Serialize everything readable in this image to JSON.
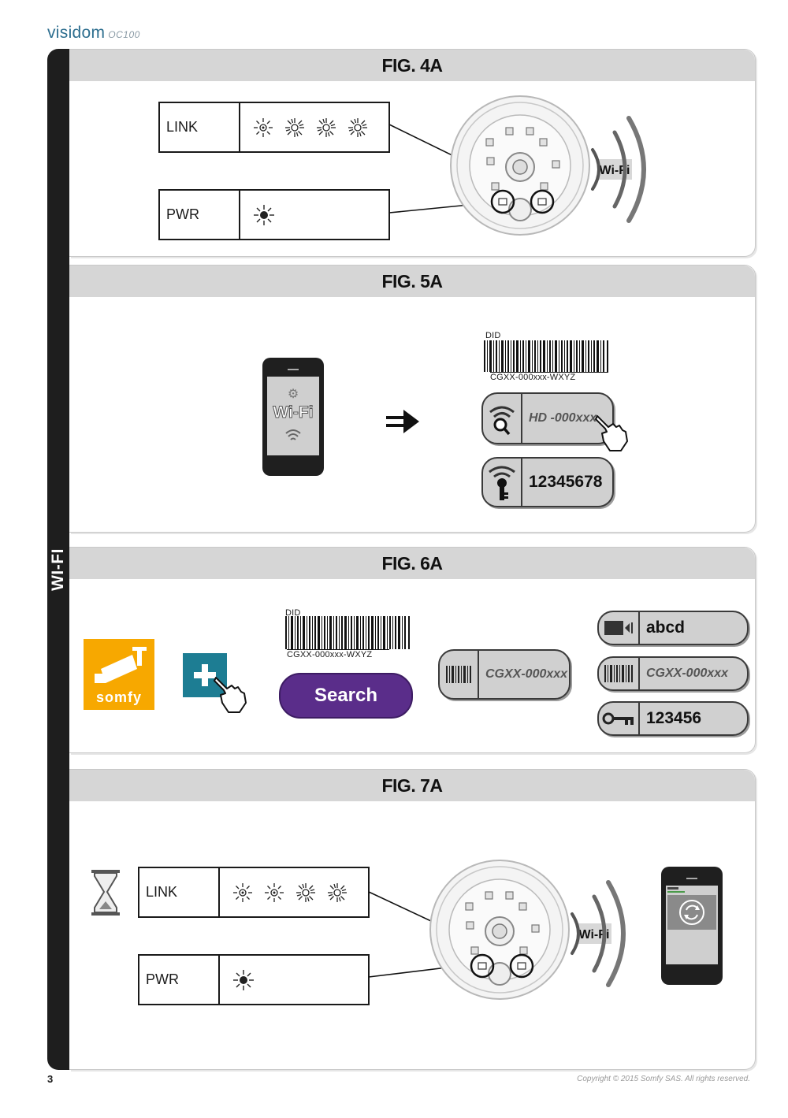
{
  "header": {
    "brand": "visidom",
    "model": "OC100"
  },
  "sidebar": {
    "label": "WI-FI"
  },
  "fig4a": {
    "title": "FIG. 4A",
    "link_label": "LINK",
    "pwr_label": "PWR",
    "wifi_badge": "Wi-Fi"
  },
  "fig5a": {
    "title": "FIG. 5A",
    "phone_screen_text": "Wi-Fi",
    "barcode": {
      "top_label": "DID",
      "code": "CGXX-000xxx-WXYZ"
    },
    "ssid_value": "HD -000xxx",
    "password_value": "12345678"
  },
  "fig6a": {
    "title": "FIG. 6A",
    "somfy_text": "somfy",
    "barcode": {
      "top_label": "DID",
      "code": "CGXX-000xxx-WXYZ"
    },
    "search_label": "Search",
    "scan_result": "CGXX-000xxx",
    "name_value": "abcd",
    "id_value": "CGXX-000xxx",
    "password_value": "123456"
  },
  "fig7a": {
    "title": "FIG. 7A",
    "link_label": "LINK",
    "pwr_label": "PWR",
    "wifi_badge": "Wi-Fi"
  },
  "footer": {
    "page_number": "3",
    "copyright": "Copyright © 2015 Somfy SAS. All rights reserved."
  },
  "colors": {
    "search": "#5a2d8a",
    "somfy": "#f7a800",
    "plus": "#1d7d93",
    "panel_header": "#d6d6d6"
  }
}
